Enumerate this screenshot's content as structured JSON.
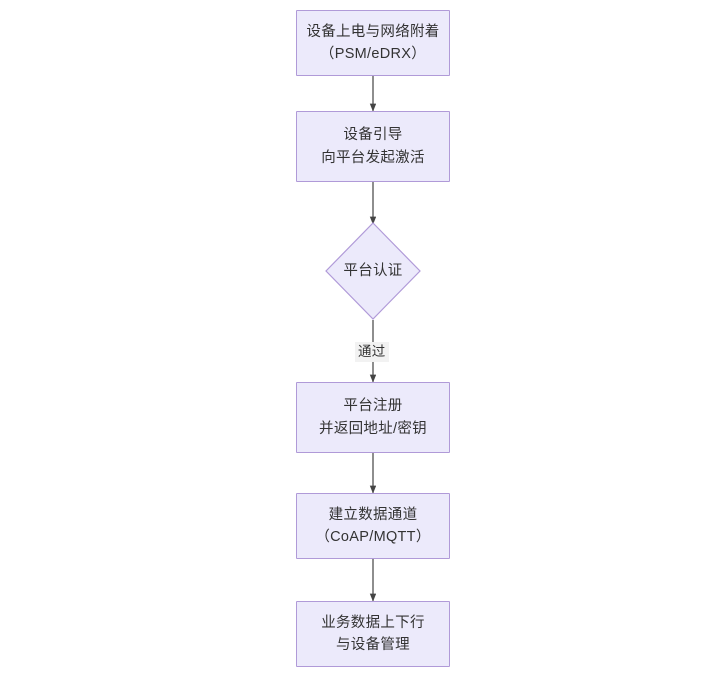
{
  "diagram": {
    "type": "flowchart",
    "orientation": "top-to-bottom",
    "background_color": "#ffffff",
    "node_fill_color": "#eceafb",
    "node_border_color": "#b09ad8",
    "text_color": "#333333",
    "edge_color": "#444444",
    "nodes": [
      {
        "id": "power-on",
        "shape": "rectangle",
        "line1": "设备上电与网络附着",
        "line2": "（PSM/eDRX）",
        "text": "设备上电与网络附着\n（PSM/eDRX）"
      },
      {
        "id": "bootstrap",
        "shape": "rectangle",
        "line1": "设备引导",
        "line2": "向平台发起激活",
        "text": "设备引导\n向平台发起激活"
      },
      {
        "id": "platform-auth",
        "shape": "diamond",
        "line1": "平台认证",
        "line2": "",
        "text": "平台认证"
      },
      {
        "id": "platform-register",
        "shape": "rectangle",
        "line1": "平台注册",
        "line2": "并返回地址/密钥",
        "text": "平台注册\n并返回地址/密钥"
      },
      {
        "id": "data-channel",
        "shape": "rectangle",
        "line1": "建立数据通道",
        "line2": "（CoAP/MQTT）",
        "text": "建立数据通道\n（CoAP/MQTT）"
      },
      {
        "id": "business-data",
        "shape": "rectangle",
        "line1": "业务数据上下行",
        "line2": "与设备管理",
        "text": "业务数据上下行\n与设备管理"
      }
    ],
    "edges": [
      {
        "id": "e1",
        "from": "power-on",
        "to": "bootstrap",
        "label": ""
      },
      {
        "id": "e2",
        "from": "bootstrap",
        "to": "platform-auth",
        "label": ""
      },
      {
        "id": "e3",
        "from": "platform-auth",
        "to": "platform-register",
        "label": "通过"
      },
      {
        "id": "e4",
        "from": "platform-register",
        "to": "data-channel",
        "label": ""
      },
      {
        "id": "e5",
        "from": "data-channel",
        "to": "business-data",
        "label": ""
      }
    ]
  }
}
